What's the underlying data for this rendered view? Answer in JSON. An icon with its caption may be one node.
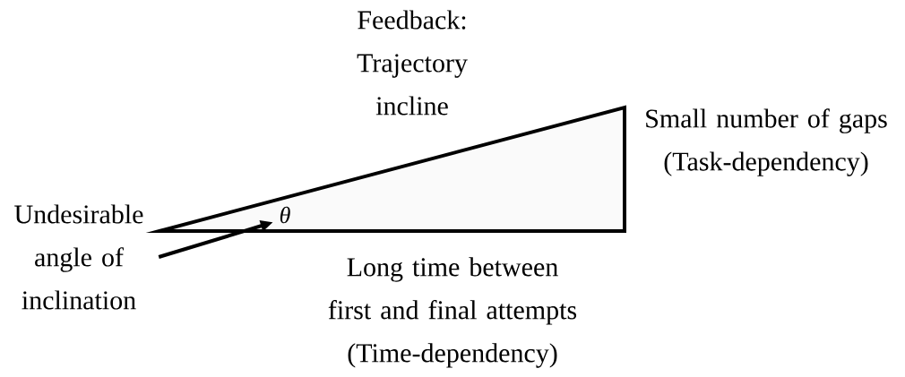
{
  "diagram": {
    "nodes": [
      {
        "text": [
          "Undesirable angle of inclination"
        ]
      },
      {
        "text": [
          "θ"
        ]
      }
    ],
    "edges": [
      {
        "from": 0,
        "to": 1,
        "arrow": "to"
      }
    ],
    "labels": [
      "Feedback: Trajectory incline",
      "Small number of gaps (Task-dependency)",
      "Long time between first and final attempts (Time-dependency)"
    ]
  }
}
